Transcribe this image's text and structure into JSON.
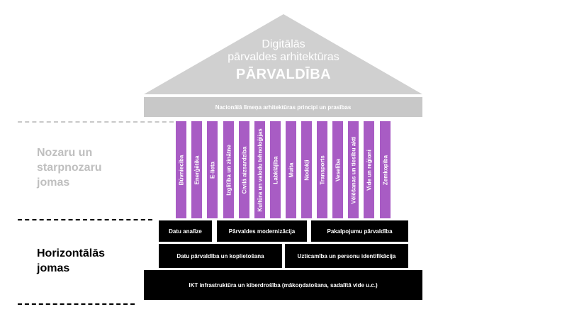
{
  "roof": {
    "line1": "Digitālās",
    "line2": "pārvaldes arhitektūras",
    "line3": "PĀRVALDĪBA"
  },
  "beam": "Nacionālā līmeņa arhitektūras principi un prasības",
  "left_labels": {
    "sectoral": [
      "Nozaru un",
      "starpnozaru",
      "jomas"
    ],
    "horizontal": [
      "Horizontālās",
      "jomas"
    ]
  },
  "pillars": [
    "Būvniecība",
    "Enerģētika",
    "E-lieta",
    "Izglītība un zinātne",
    "Civilā aizsardzība",
    "Kultūra un valodu tehnoloģijas",
    "Labklājība",
    "Muita",
    "Nodokļi",
    "Transports",
    "Veselība",
    "Vēlēšanas un tiesību akti",
    "Vide un reģioni",
    "Zemkopība"
  ],
  "horizontal_boxes": {
    "row1": [
      "Datu analīze",
      "Pārvaldes modernizācija",
      "Pakalpojumu pārvaldība"
    ],
    "row2": [
      "Datu pārvaldība un koplietošana",
      "Uzticamība un personu identifikācija"
    ],
    "row3": "IKT infrastruktūra un kiberdrošība (mākoņdatošana, sadalītā vide u.c.)"
  },
  "colors": {
    "roof": "#d0d0d0",
    "beam": "#c8c8c8",
    "pillar": "#a85cc4",
    "box": "#000000",
    "grey_text": "#bfbfbf"
  }
}
